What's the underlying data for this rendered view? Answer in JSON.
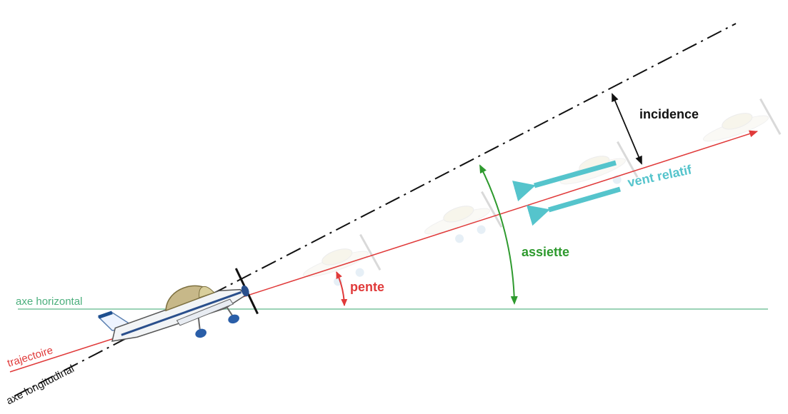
{
  "labels": {
    "horizontal_axis": "axe horizontal",
    "trajectory": "trajectoire",
    "longitudinal_axis": "axe longitudinal",
    "angle_of_attack": "incidence",
    "relative_wind": "vent relatif",
    "attitude": "assiette",
    "slope": "pente"
  },
  "colors": {
    "horizontal_axis": "#4caf7d",
    "trajectory": "#e03a3a",
    "longitudinal_axis": "#111111",
    "angle_of_attack": "#111111",
    "relative_wind": "#55c4cc",
    "attitude": "#2e9a2e",
    "slope": "#e03a3a"
  },
  "icons": {
    "aircraft": "light-aircraft-icon"
  }
}
